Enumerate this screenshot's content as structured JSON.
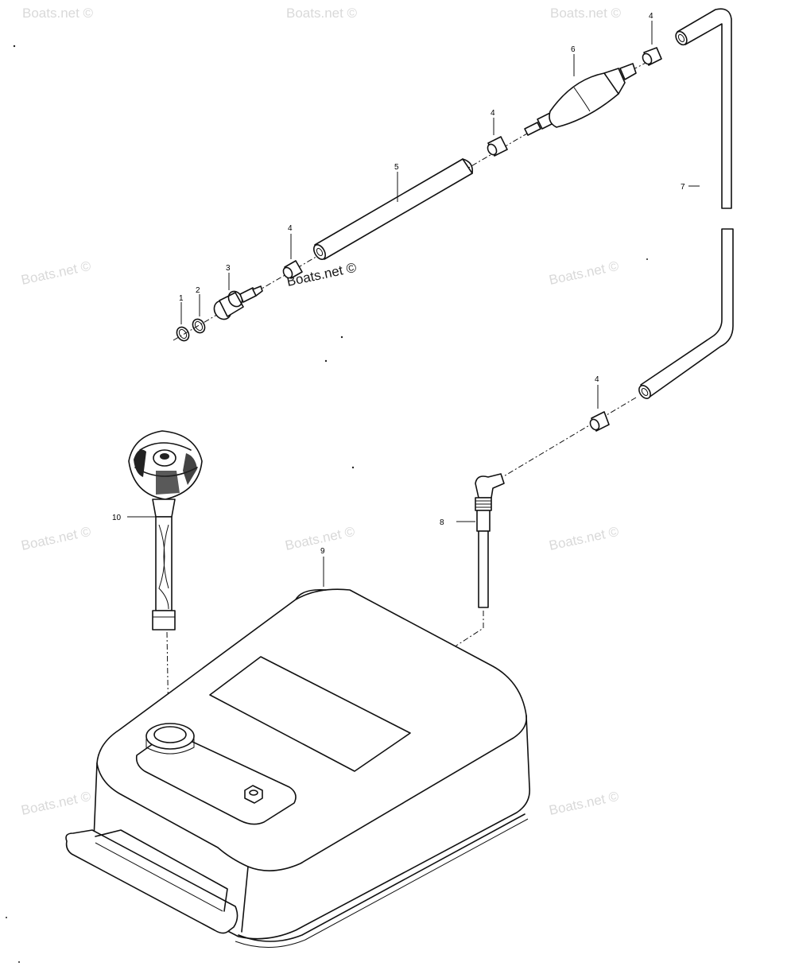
{
  "watermark": "Boats.net ©",
  "parts": [
    {
      "id": "ring-1",
      "label": "1"
    },
    {
      "id": "ring-2",
      "label": "2"
    },
    {
      "id": "connector-3",
      "label": "3"
    },
    {
      "id": "clamp-4a",
      "label": "4"
    },
    {
      "id": "clamp-4b",
      "label": "4"
    },
    {
      "id": "clamp-4c",
      "label": "4"
    },
    {
      "id": "clamp-4d",
      "label": "4"
    },
    {
      "id": "hose-5",
      "label": "5"
    },
    {
      "id": "primer-bulb-6",
      "label": "6"
    },
    {
      "id": "hose-7",
      "label": "7"
    },
    {
      "id": "pickup-tube-8",
      "label": "8"
    },
    {
      "id": "tank-9",
      "label": "9"
    },
    {
      "id": "gauge-10",
      "label": "10"
    }
  ],
  "colors": {
    "line": "#111111",
    "watermark": "#d9d9d9",
    "background": "#ffffff"
  }
}
